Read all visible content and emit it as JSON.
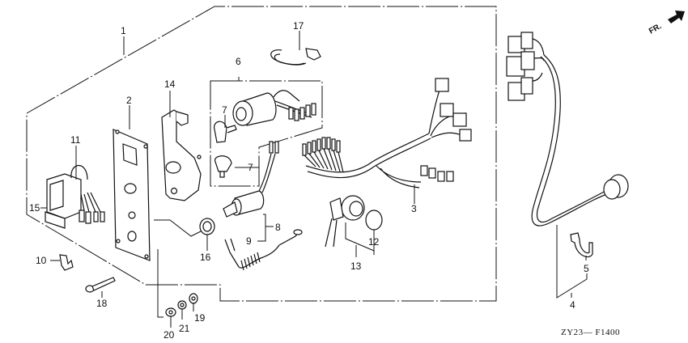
{
  "diagram": {
    "type": "exploded-parts-diagram",
    "code": "ZY23— F1400",
    "direction_marker": "FR.",
    "callouts": [
      {
        "id": "1"
      },
      {
        "id": "2"
      },
      {
        "id": "3"
      },
      {
        "id": "4"
      },
      {
        "id": "5"
      },
      {
        "id": "6"
      },
      {
        "id": "7"
      },
      {
        "id": "7"
      },
      {
        "id": "8"
      },
      {
        "id": "9"
      },
      {
        "id": "10"
      },
      {
        "id": "11"
      },
      {
        "id": "12"
      },
      {
        "id": "13"
      },
      {
        "id": "14"
      },
      {
        "id": "15"
      },
      {
        "id": "16"
      },
      {
        "id": "17"
      },
      {
        "id": "18"
      },
      {
        "id": "19"
      },
      {
        "id": "20"
      },
      {
        "id": "21"
      }
    ]
  }
}
